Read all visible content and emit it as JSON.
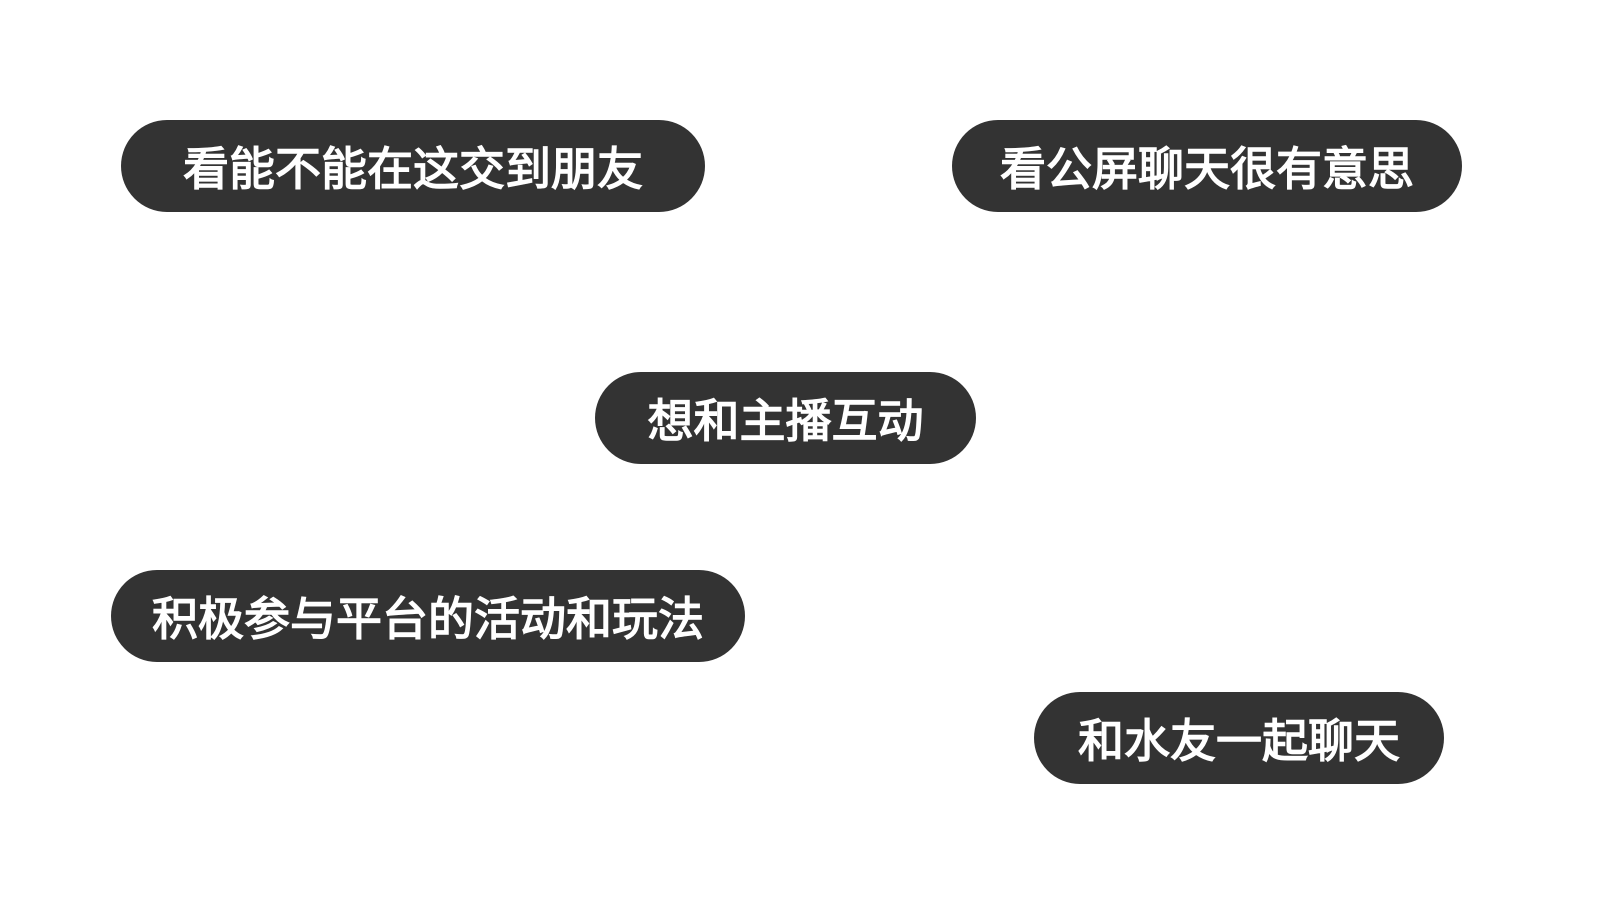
{
  "background_color": "#ffffff",
  "tag_color": "#333333",
  "tag_text_color": "#ffffff",
  "tags": [
    {
      "label": "看能不能在这交到朋友"
    },
    {
      "label": "看公屏聊天很有意思"
    },
    {
      "label": "想和主播互动"
    },
    {
      "label": "积极参与平台的活动和玩法"
    },
    {
      "label": "和水友一起聊天"
    }
  ]
}
